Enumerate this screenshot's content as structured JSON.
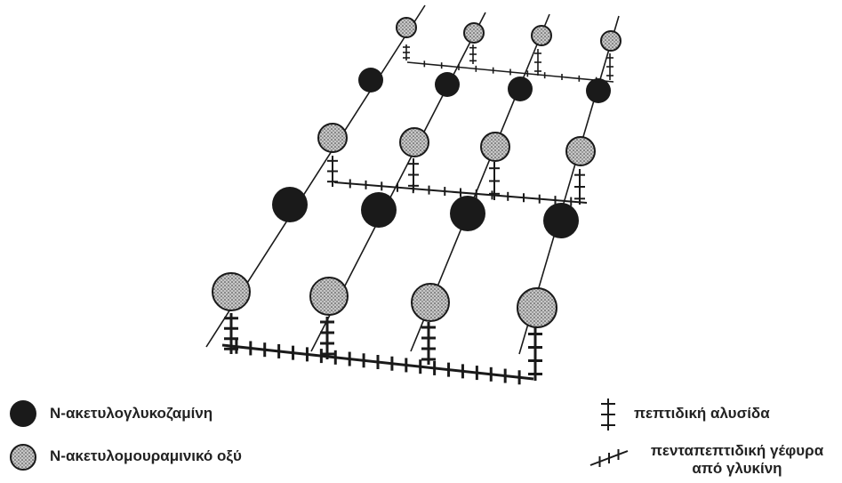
{
  "legend": {
    "glcnac_label": "N-ακετυλογλυκοζαμίνη",
    "murnac_label": "N-ακετυλομουραμινικό οξύ",
    "peptide_label": "πεπτιδική αλυσίδα",
    "bridge_label_line1": "πενταπεπτιδική γέφυρα",
    "bridge_label_line2": "από γλυκίνη"
  },
  "colors": {
    "glcnac": "#1a1a1a",
    "murnac_fill": "#bdbdbd",
    "murnac_stipple": "#3a3a3a",
    "line": "#1a1a1a"
  },
  "icons": {
    "glcnac": "filled-black-circle",
    "murnac": "stippled-gray-circle",
    "peptide": "vertical-chain-with-ticks",
    "bridge": "horizontal-chain-with-ticks"
  },
  "structure": {
    "glycan_strands": 4,
    "residues_per_strand": 5,
    "crosslinked_layers": 3
  }
}
